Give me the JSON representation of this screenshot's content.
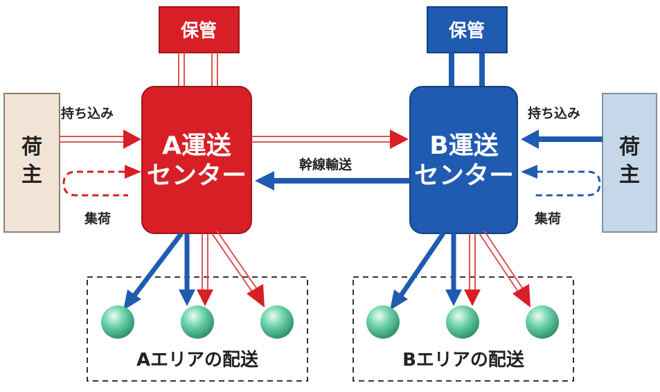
{
  "colors": {
    "red": "#d81f26",
    "red_stroke": "#9e1518",
    "blue": "#1f5bb0",
    "blue_stroke": "#123f80",
    "shipper_a_fill": "#f1e4d7",
    "shipper_b_fill": "#c6d7ea",
    "text_dark": "#222222",
    "sphere": "#5bc39b"
  },
  "storage_a": {
    "label": "保管"
  },
  "storage_b": {
    "label": "保管"
  },
  "center_a": {
    "line1": "A運送",
    "line2": "センター"
  },
  "center_b": {
    "line1": "B運送",
    "line2": "センター"
  },
  "shipper_a": {
    "line1": "荷",
    "line2": "主"
  },
  "shipper_b": {
    "line1": "荷",
    "line2": "主"
  },
  "bring_in_a": "持ち込み",
  "bring_in_b": "持ち込み",
  "pickup_a": "集荷",
  "pickup_b": "集荷",
  "trunk_transport": "幹線輸送",
  "area_a": {
    "label": "Aエリアの配送",
    "destinations": 3
  },
  "area_b": {
    "label": "Bエリアの配送",
    "destinations": 3
  }
}
